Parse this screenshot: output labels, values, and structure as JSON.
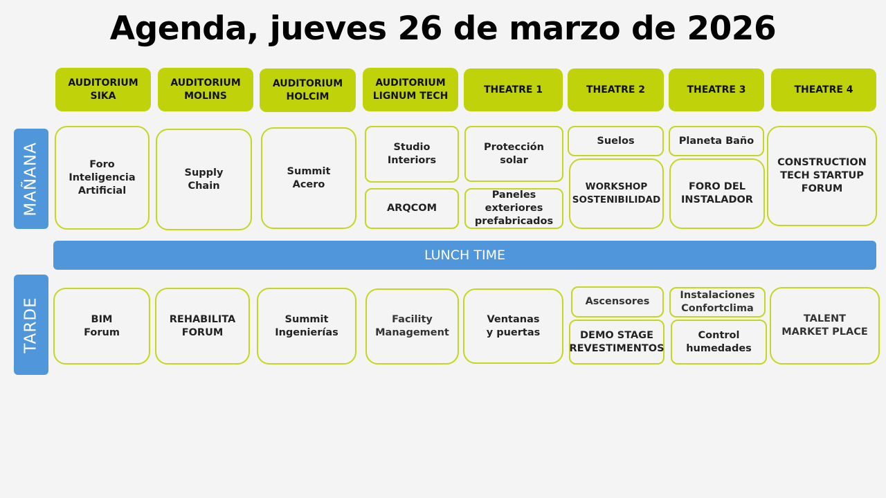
{
  "title": "Agenda, jueves 26 de marzo de 2026",
  "headers": [
    "AUDITORIUM\nSIKA",
    "AUDITORIUM\nMOLINS",
    "AUDITORIUM\nHOLCIM",
    "AUDITORIUM\nLIGNUM TECH",
    "THEATRE 1",
    "THEATRE 2",
    "THEATRE 3",
    "THEATRE 4"
  ],
  "periods": {
    "morning": "MAÑANA",
    "afternoon": "TARDE",
    "lunch": "LUNCH TIME"
  },
  "morning": [
    "Foro\nInteligencia\nArtificial",
    "Supply\nChain",
    "Summit\nAcero",
    "Studio\nInteriors",
    "ARQCOM",
    "Protección\nsolar",
    "Paneles\nexteriores\nprefabricados",
    "Suelos",
    "WORKSHOP\nSOSTENIBILIDAD",
    "Planeta Baño",
    "FORO DEL\nINSTALADOR",
    "CONSTRUCTION\nTECH STARTUP\nFORUM"
  ],
  "afternoon": [
    "BIM\nForum",
    "REHABILITA\nFORUM",
    "Summit\nIngenierías",
    "Facility\nManagement",
    "Ventanas\ny puertas",
    "Ascensores",
    "DEMO STAGE\nREVESTIMENTOS",
    "Instalaciones\nConfortclima",
    "Control\nhumedades",
    "TALENT\nMARKET PLACE"
  ],
  "colors": {
    "accent": "#bfd20a",
    "blue": "#4f96da"
  }
}
